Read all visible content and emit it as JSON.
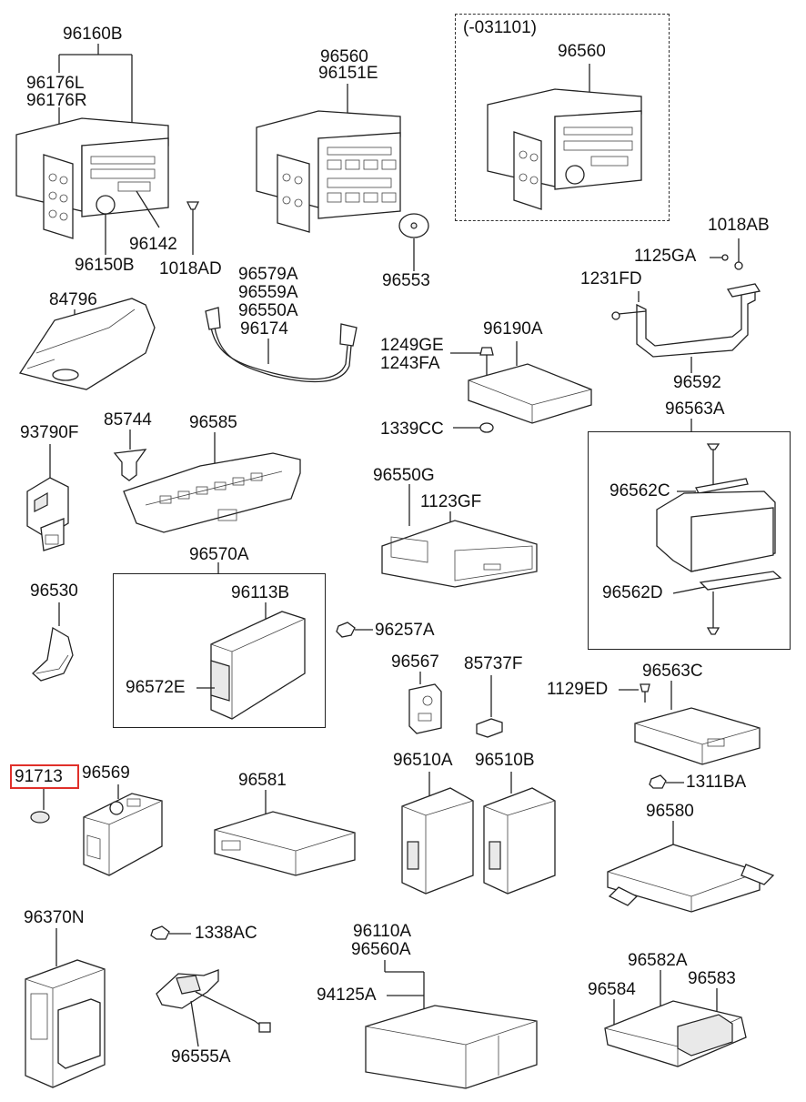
{
  "highlight_color": "#e0302a",
  "labels": {
    "p96160B": "96160B",
    "p96176L": "96176L",
    "p96176R": "96176R",
    "p96142": "96142",
    "p96150B": "96150B",
    "p1018AD": "1018AD",
    "p96560a": "96560",
    "p96151E": "96151E",
    "p96553": "96553",
    "date_range": "(-031101)",
    "p96560b": "96560",
    "p1018AB": "1018AB",
    "p1125GA": "1125GA",
    "p1231FD": "1231FD",
    "p96592": "96592",
    "p84796": "84796",
    "p96579A": "96579A",
    "p96559A": "96559A",
    "p96550A": "96550A",
    "p96174": "96174",
    "p1249GE": "1249GE",
    "p1243FA": "1243FA",
    "p96190A": "96190A",
    "p1339CC": "1339CC",
    "p96563A": "96563A",
    "p93790F": "93790F",
    "p85744": "85744",
    "p96585": "96585",
    "p96550G": "96550G",
    "p1123GF": "1123GF",
    "p96562C": "96562C",
    "p96562D": "96562D",
    "p96570A": "96570A",
    "p96113B": "96113B",
    "p96572E": "96572E",
    "p96530": "96530",
    "p96257A": "96257A",
    "p96567": "96567",
    "p85737F": "85737F",
    "p1129ED": "1129ED",
    "p96563C": "96563C",
    "p91713": "91713",
    "p96569": "96569",
    "p96581": "96581",
    "p96510A": "96510A",
    "p96510B": "96510B",
    "p1311BA": "1311BA",
    "p96580": "96580",
    "p96370N": "96370N",
    "p1338AC": "1338AC",
    "p96110A": "96110A",
    "p96560A": "96560A",
    "p94125A": "94125A",
    "p96555A": "96555A",
    "p96582A": "96582A",
    "p96584": "96584",
    "p96583": "96583"
  }
}
